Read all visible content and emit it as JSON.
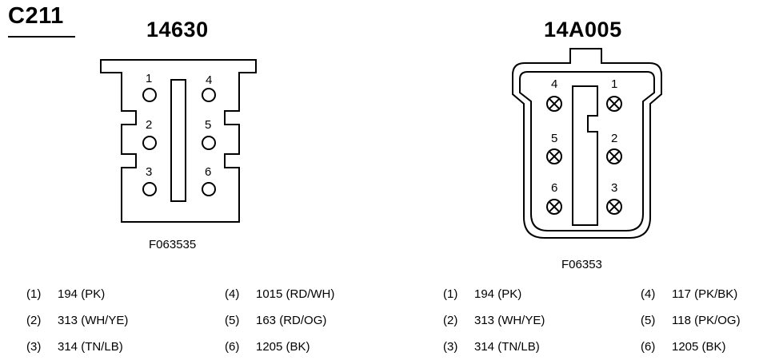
{
  "connector_id": "C211",
  "left": {
    "part_number": "14630",
    "figure_code": "F063535",
    "pin_labels": [
      "1",
      "2",
      "3",
      "4",
      "5",
      "6"
    ],
    "wires": [
      {
        "pin": "(1)",
        "circuit": "194 (PK)"
      },
      {
        "pin": "(2)",
        "circuit": "313 (WH/YE)"
      },
      {
        "pin": "(3)",
        "circuit": "314 (TN/LB)"
      },
      {
        "pin": "(4)",
        "circuit": "1015 (RD/WH)"
      },
      {
        "pin": "(5)",
        "circuit": "163 (RD/OG)"
      },
      {
        "pin": "(6)",
        "circuit": "1205 (BK)"
      }
    ]
  },
  "right": {
    "part_number": "14A005",
    "figure_code": "F06353",
    "pin_labels": [
      "1",
      "2",
      "3",
      "4",
      "5",
      "6"
    ],
    "wires": [
      {
        "pin": "(1)",
        "circuit": "194 (PK)"
      },
      {
        "pin": "(2)",
        "circuit": "313 (WH/YE)"
      },
      {
        "pin": "(3)",
        "circuit": "314 (TN/LB)"
      },
      {
        "pin": "(4)",
        "circuit": "117 (PK/BK)"
      },
      {
        "pin": "(5)",
        "circuit": "118 (PK/OG)"
      },
      {
        "pin": "(6)",
        "circuit": "1205 (BK)"
      }
    ]
  }
}
